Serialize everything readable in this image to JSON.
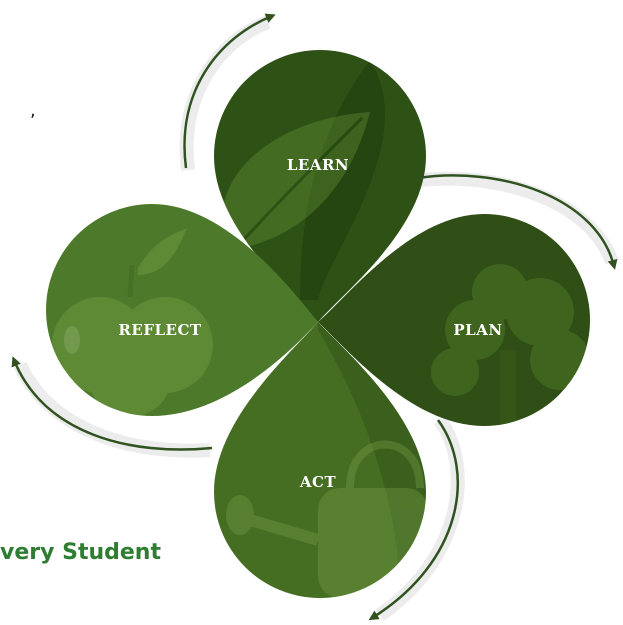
{
  "left_text_fragment": ",",
  "tagline": "very Student",
  "cycle": {
    "steps": [
      {
        "label": "LEARN"
      },
      {
        "label": "PLAN"
      },
      {
        "label": "ACT"
      },
      {
        "label": "REFLECT"
      }
    ]
  },
  "icons": [
    "leaf-icon",
    "tree-icon",
    "watering-can-icon",
    "apple-icon"
  ],
  "colors": {
    "learn": "#2e5216",
    "plan": "#2f4f16",
    "act": "#466e22",
    "reflect": "#4d7a2a",
    "arrow": "#2f5220",
    "tagline": "#2e7d32"
  }
}
